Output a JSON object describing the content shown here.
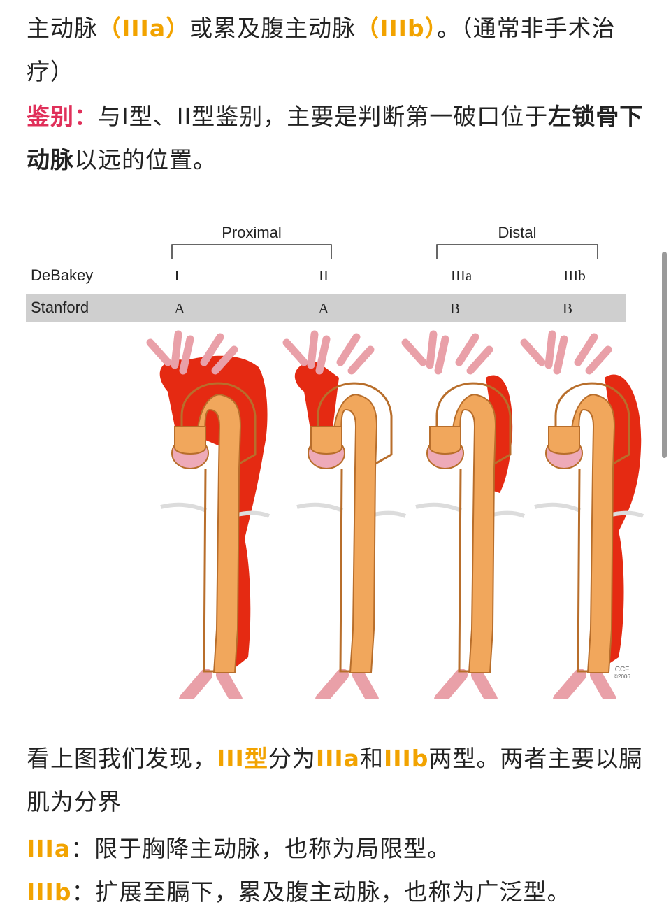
{
  "para1": {
    "t1": "主动脉",
    "a1": "（IIIa）",
    "t2": "或累及腹主动脉",
    "a2": "（IIIb）",
    "t3": "。（通常非手术治疗）"
  },
  "para2": {
    "label": "鉴别：",
    "t1": "与I型、II型鉴别，主要是判断第一破口位于",
    "bold": "左锁骨下动脉",
    "t2": "以远的位置。"
  },
  "figure": {
    "proximal": "Proximal",
    "distal": "Distal",
    "row1_label": "DeBakey",
    "row2_label": "Stanford",
    "debakey": [
      "I",
      "II",
      "IIIa",
      "IIIb"
    ],
    "stanford": [
      "A",
      "A",
      "B",
      "B"
    ],
    "credit_line1": "CCF",
    "credit_line2": "©2006",
    "colors": {
      "dissection": "#e52a12",
      "aorta": "#f1a75c",
      "branch": "#e9a0a8",
      "header_band": "#cfcfcf"
    }
  },
  "para3": {
    "t1": "看上图我们发现，",
    "a1": "III型",
    "t2": "分为",
    "a2": "IIIa",
    "t3": "和",
    "a3": "IIIb",
    "t4": "两型。两者主要以膈肌为分界"
  },
  "para4": {
    "label": "IIIa",
    "text": "：限于胸降主动脉，也称为局限型。"
  },
  "para5": {
    "label": "IIIb",
    "text": "：扩展至膈下，累及腹主动脉，也称为广泛型。"
  }
}
